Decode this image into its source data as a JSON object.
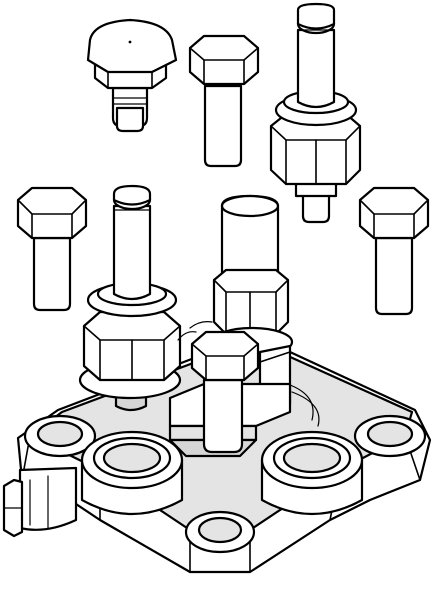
{
  "colors": {
    "line": "#000000",
    "fill": "#ffffff",
    "shade": "#e4e4e4",
    "dark_shade": "#d6d6d6"
  },
  "parts": [
    {
      "name": "plug",
      "kind": "hex-plug"
    },
    {
      "name": "bolt",
      "kind": "hex-bolt"
    },
    {
      "name": "valve-stem",
      "kind": "stem-with-hex-nut"
    },
    {
      "name": "valve-housing",
      "kind": "housing-block"
    }
  ]
}
